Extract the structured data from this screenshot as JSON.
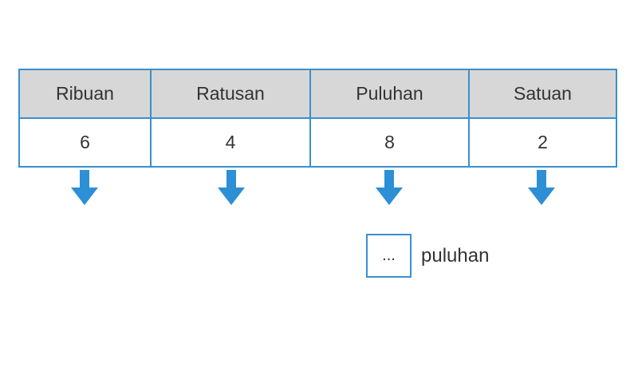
{
  "table": {
    "headers": [
      "Ribuan",
      "Ratusan",
      "Puluhan",
      "Satuan"
    ],
    "digits": [
      "6",
      "4",
      "8",
      "2"
    ]
  },
  "answer": {
    "box_value": "...",
    "unit_label": "puluhan"
  },
  "colors": {
    "border": "#3a8fd0",
    "header_bg": "#d7d7d7",
    "arrow": "#2d8fd5"
  },
  "icons": [
    "arrow-down-icon",
    "arrow-down-icon",
    "arrow-down-icon",
    "arrow-down-icon"
  ]
}
